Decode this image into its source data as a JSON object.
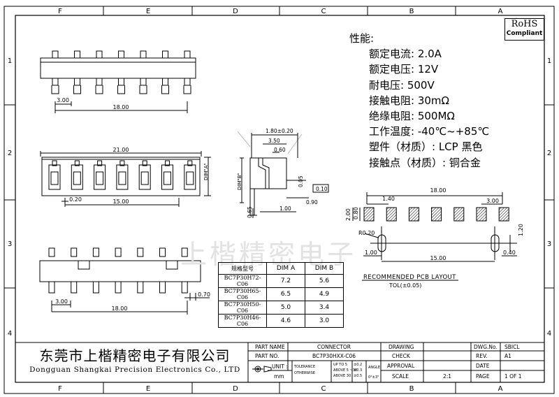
{
  "zones": {
    "columns": [
      "F",
      "E",
      "D",
      "C",
      "B",
      "A"
    ],
    "rows": [
      "1",
      "2",
      "3",
      "4"
    ]
  },
  "rohs": {
    "line1": "RoHS",
    "line2": "Compliant"
  },
  "specs": {
    "title": "性能:",
    "lines": [
      "额定电流: 2.0A",
      "额定电压: 12V",
      "耐电压: 500V",
      "接触电阻: 30mΩ",
      "绝缘电阻: 500MΩ",
      "工作温度: -40℃~+85℃",
      "塑件（材质）: LCP  黑色",
      "接触点（材质）: 铜合金"
    ]
  },
  "top_view": {
    "pitch": "3.00",
    "span": "18.00",
    "pin_count": 7
  },
  "front_view": {
    "overall": "21.00",
    "span": "15.00",
    "offset": "0.20",
    "dim_a": "DIM\"A\""
  },
  "side_view": {
    "d1": "1.80±0.20",
    "d2": "3.50",
    "d3": "0.60",
    "d4": "0.05",
    "d5": "0.10",
    "d6": "0.90",
    "d7": "0.65",
    "d8": "1.00",
    "dim_b": "DIM\"B\""
  },
  "bottom_view": {
    "pitch": "3.00",
    "span": "18.00",
    "tail": "0.70"
  },
  "dim_table": {
    "headers": [
      "规格型号",
      "DIM A",
      "DIM B"
    ],
    "rows": [
      [
        "BC7P30H72-C06",
        "7.2",
        "5.6"
      ],
      [
        "BC7P30H65-C06",
        "6.5",
        "4.9"
      ],
      [
        "BC7P30H50-C06",
        "5.0",
        "3.4"
      ],
      [
        "BC7P30H46-C06",
        "4.6",
        "3.0"
      ]
    ]
  },
  "pcb_layout": {
    "span": "18.00",
    "pitch": "3.00",
    "pad_x": "1.40",
    "pad_h": "2.00",
    "gap": "0.80",
    "radius": "R0.20",
    "hole_h": "1.20",
    "hole_w": "0.40",
    "hole_off": "1.00",
    "hole_span": "15.00",
    "caption": "RECOMMENDED PCB LAYOUT",
    "tolerance": "TOL(±0.05)"
  },
  "watermark": "上楷精密电子",
  "company": {
    "cn": "东莞市上楷精密电子有限公司",
    "en": "Dongguan Shangkai Precision Electronics Co., LTD"
  },
  "title_block": {
    "part_name_label": "PART NAME",
    "part_name": "CONNECTOR",
    "part_no_label": "PART NO.",
    "part_no": "BC7P30HXX-C06",
    "unit_label": "UNIT :",
    "unit": "mm",
    "tolerance_label": "TOLERANCE",
    "otherwise_label": "OTHERWISE",
    "tol_rows": [
      [
        "UP TO 5",
        "±0.2"
      ],
      [
        "ABOVE 5 ~30",
        "±0.3"
      ],
      [
        "ABOVE 30",
        "±0.5"
      ]
    ],
    "angle_label": "ANGLE",
    "angle_value": "0°±3°",
    "drawing_label": "DRAWING",
    "check_label": "CHECK",
    "approval_label": "APPROVAL",
    "scale_label": "SCALE",
    "scale": "2:1",
    "dwg_no_label": "DWG.No.",
    "dwg_no": "SBICL",
    "rev_label": "REV.",
    "rev": "A1",
    "date_label": "DATE",
    "date": "",
    "page_label": "PAGE",
    "page": "1 OF 1"
  }
}
